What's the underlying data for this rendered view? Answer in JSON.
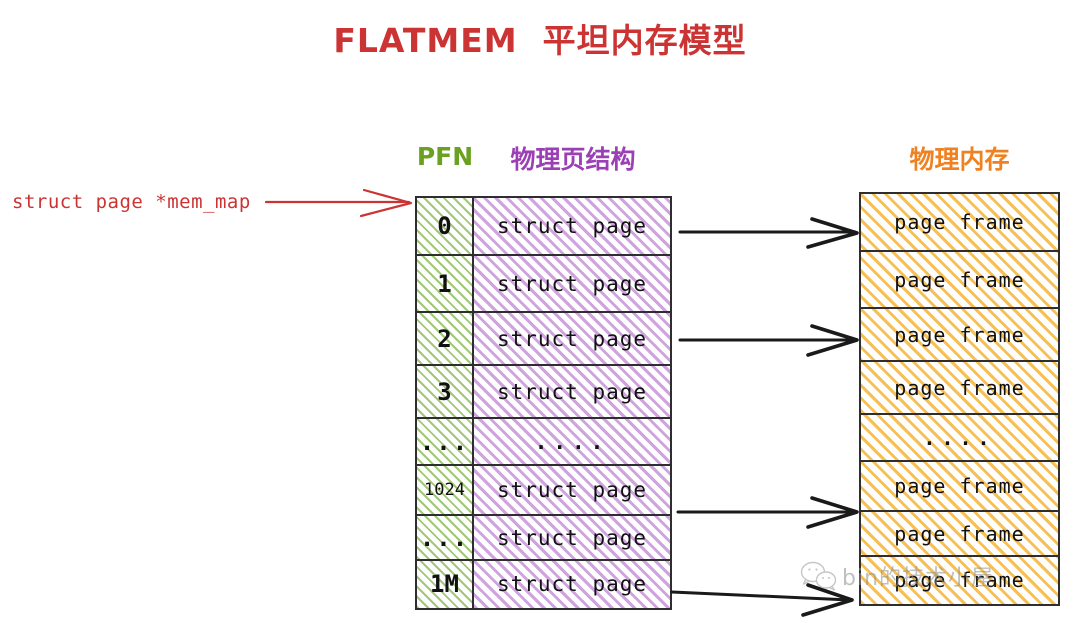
{
  "title": "FLATMEM  平坦内存模型",
  "theme": {
    "title_color": "#cc3333",
    "pfn_color": "#6aa121",
    "page_struct_color": "#9b3fb5",
    "phys_mem_color": "#ef8120",
    "arrow_color": "#1a1a1a",
    "pointer_color": "#cc3333",
    "border_color": "#2e2e2e"
  },
  "pointer": {
    "label": "struct page *mem_map",
    "arrow_name": "mem-map-arrow"
  },
  "captions": {
    "pfn": "PFN",
    "page_struct": "物理页结构",
    "physical_memory": "物理内存"
  },
  "mem_map_table": {
    "columns": [
      "PFN",
      "物理页结构"
    ],
    "rows": [
      {
        "pfn": "0",
        "entry": "struct page"
      },
      {
        "pfn": "1",
        "entry": "struct page"
      },
      {
        "pfn": "2",
        "entry": "struct page"
      },
      {
        "pfn": "3",
        "entry": "struct page"
      },
      {
        "pfn": "...",
        "entry": "...."
      },
      {
        "pfn": "1024",
        "entry": "struct page"
      },
      {
        "pfn": "...",
        "entry": "struct page"
      },
      {
        "pfn": "1M",
        "entry": "struct page"
      }
    ]
  },
  "physical_memory_table": {
    "rows": [
      {
        "entry": "page frame"
      },
      {
        "entry": "page frame"
      },
      {
        "entry": "page frame"
      },
      {
        "entry": "page frame"
      },
      {
        "entry": "...."
      },
      {
        "entry": "page frame"
      },
      {
        "entry": "page frame"
      },
      {
        "entry": "page frame"
      }
    ]
  },
  "mapping_arrows": [
    {
      "from_row": 0,
      "to_row": 0
    },
    {
      "from_row": 2,
      "to_row": 2
    },
    {
      "from_row": 5,
      "to_row": 5
    },
    {
      "from_row": 7,
      "to_row": 7
    }
  ],
  "watermark": {
    "text": "bin的技术小屋",
    "icon": "wechat-icon"
  }
}
